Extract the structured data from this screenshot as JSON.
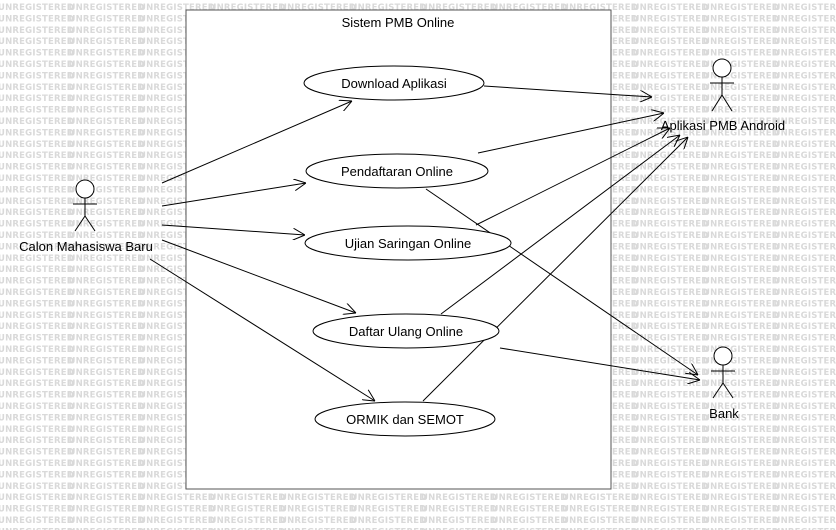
{
  "watermark": "UNREGISTERED",
  "system": {
    "title": "Sistem PMB Online"
  },
  "actors": [
    {
      "id": "calon",
      "label": "Calon Mahasiswa Baru"
    },
    {
      "id": "aplikasi",
      "label": "Aplikasi PMB Android"
    },
    {
      "id": "bank",
      "label": "Bank"
    }
  ],
  "use_cases": [
    {
      "id": "download",
      "label": "Download Aplikasi"
    },
    {
      "id": "pendaftaran",
      "label": "Pendaftaran Online"
    },
    {
      "id": "ujian",
      "label": "Ujian Saringan Online"
    },
    {
      "id": "daftar",
      "label": "Daftar Ulang Online"
    },
    {
      "id": "ormik",
      "label": "ORMIK dan SEMOT"
    }
  ],
  "associations": [
    {
      "from": "calon",
      "to": "download"
    },
    {
      "from": "calon",
      "to": "pendaftaran"
    },
    {
      "from": "calon",
      "to": "ujian"
    },
    {
      "from": "calon",
      "to": "daftar"
    },
    {
      "from": "calon",
      "to": "ormik"
    },
    {
      "from": "download",
      "to": "aplikasi"
    },
    {
      "from": "pendaftaran",
      "to": "aplikasi"
    },
    {
      "from": "ujian",
      "to": "aplikasi"
    },
    {
      "from": "daftar",
      "to": "aplikasi"
    },
    {
      "from": "ormik",
      "to": "aplikasi"
    },
    {
      "from": "pendaftaran",
      "to": "bank"
    },
    {
      "from": "daftar",
      "to": "bank"
    }
  ]
}
